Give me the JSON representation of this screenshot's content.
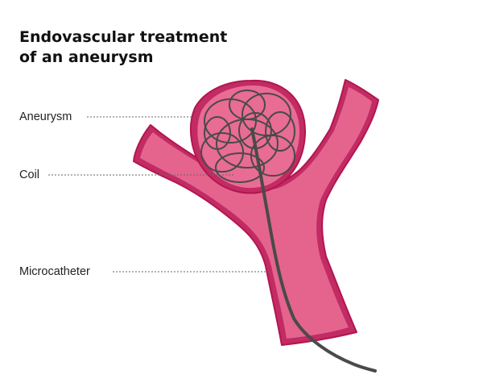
{
  "title": {
    "line1": "Endovascular treatment",
    "line2": "of an aneurysm"
  },
  "labels": {
    "aneurysm": "Aneurysm",
    "coil": "Coil",
    "microcatheter": "Microcatheter"
  },
  "colors": {
    "vessel_fill": "#e4648e",
    "vessel_outline": "#b2164f",
    "vessel_outer_glow": "#c22b63",
    "aneurysm_fill": "#e86c94",
    "wire": "#4a4a4a",
    "leader_line": "#666666"
  }
}
